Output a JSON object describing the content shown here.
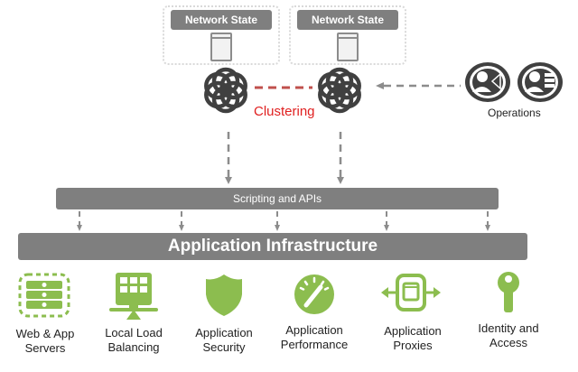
{
  "network_state": {
    "left_label": "Network State",
    "right_label": "Network State"
  },
  "clustering": {
    "label": "Clustering",
    "color": "#e02020"
  },
  "operations": {
    "label": "Operations"
  },
  "scripting_bar": {
    "label": "Scripting and APIs"
  },
  "infrastructure_bar": {
    "label": "Application Infrastructure"
  },
  "colors": {
    "bar_gray": "#7f7f7f",
    "node_dark": "#404040",
    "accent_green": "#8cbd4f",
    "arrow_gray": "#8c8c8c"
  },
  "features": [
    {
      "icon": "server-stack-icon",
      "line1": "Web & App",
      "line2": "Servers"
    },
    {
      "icon": "load-balancer-icon",
      "line1": "Local Load",
      "line2": "Balancing"
    },
    {
      "icon": "shield-icon",
      "line1": "Application",
      "line2": "Security"
    },
    {
      "icon": "speedometer-icon",
      "line1": "Application",
      "line2": "Performance"
    },
    {
      "icon": "proxy-icon",
      "line1": "Application",
      "line2": "Proxies"
    },
    {
      "icon": "key-icon",
      "line1": "Identity and",
      "line2": "Access"
    }
  ]
}
